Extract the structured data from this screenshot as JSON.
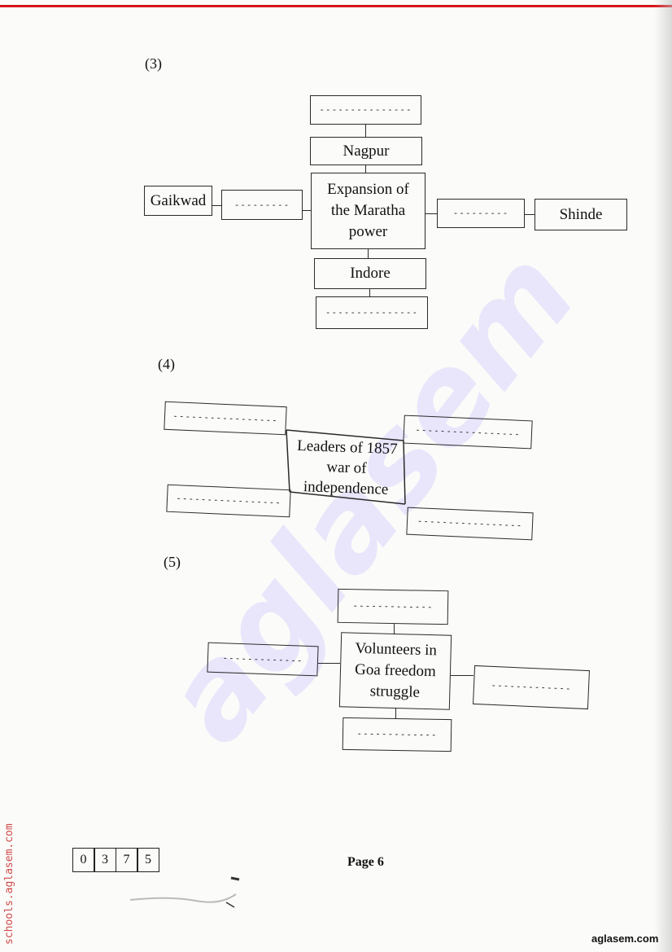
{
  "q3": {
    "number": "(3)",
    "center": "Expansion of the Maratha power",
    "top_blank": "---------------",
    "top": "Nagpur",
    "bottom": "Indore",
    "bottom_blank": "---------------",
    "left_blank": "---------",
    "left": "Gaikwad",
    "right_blank": "---------",
    "right": "Shinde"
  },
  "q4": {
    "number": "(4)",
    "center": "Leaders of 1857 war of independence",
    "blanks": [
      "-----------------",
      "-----------------",
      "-----------------",
      "-----------------"
    ]
  },
  "q5": {
    "number": "(5)",
    "center": "Volunteers in Goa freedom struggle",
    "blanks": [
      "-------------",
      "-------------",
      "-------------",
      "-------------"
    ]
  },
  "footer": {
    "code_digits": [
      "0",
      "3",
      "7",
      "5"
    ],
    "page": "Page 6",
    "side_watermark": "schools.aglasem.com",
    "brand": "aglasem.com",
    "watermark": "aglasem"
  }
}
